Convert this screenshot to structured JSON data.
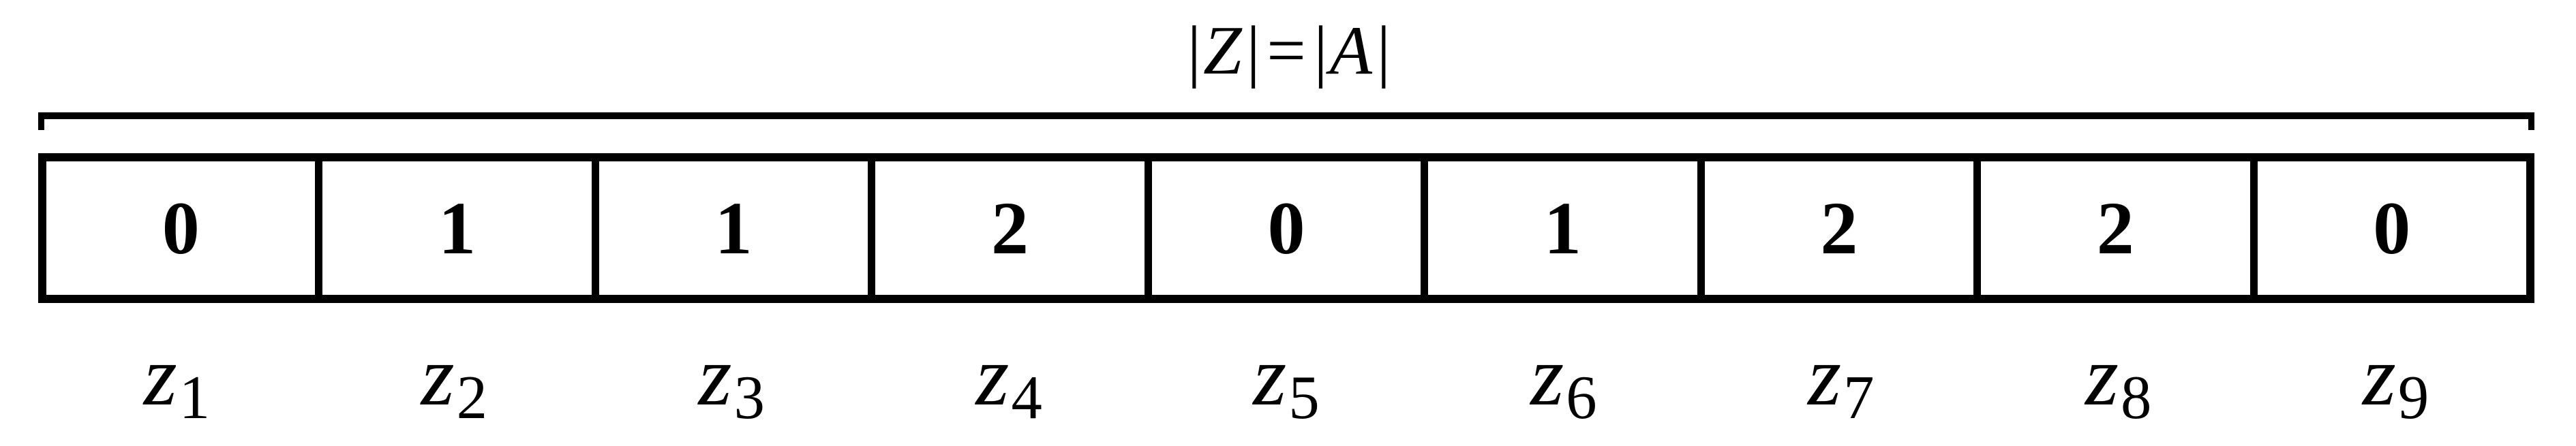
{
  "figure": {
    "bracket_caption": "|Z|=|A|",
    "colors": {
      "ink": "#000000",
      "background": "#ffffff"
    },
    "array": {
      "cell_count": 9,
      "cells": [
        {
          "value": "0",
          "label_base": "z",
          "label_sub": "1"
        },
        {
          "value": "1",
          "label_base": "z",
          "label_sub": "2"
        },
        {
          "value": "1",
          "label_base": "z",
          "label_sub": "3"
        },
        {
          "value": "2",
          "label_base": "z",
          "label_sub": "4"
        },
        {
          "value": "0",
          "label_base": "z",
          "label_sub": "5"
        },
        {
          "value": "1",
          "label_base": "z",
          "label_sub": "6"
        },
        {
          "value": "2",
          "label_base": "z",
          "label_sub": "7"
        },
        {
          "value": "2",
          "label_base": "z",
          "label_sub": "8"
        },
        {
          "value": "0",
          "label_base": "z",
          "label_sub": "9"
        }
      ]
    }
  }
}
